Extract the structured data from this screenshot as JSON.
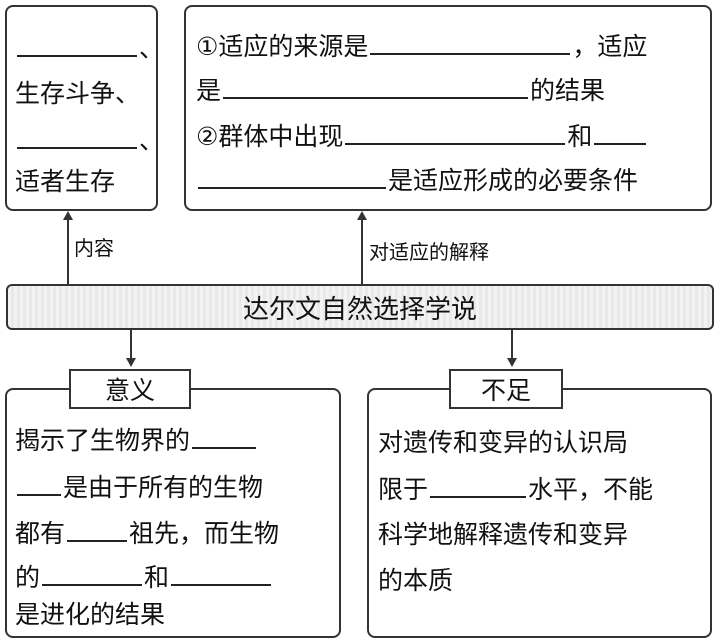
{
  "top_left_box": {
    "line1_tail": "、",
    "line2": "生存斗争、",
    "line3_tail": "、",
    "line4": "适者生存"
  },
  "edge_left_label": "内容",
  "top_right_box": {
    "line1_a": "①适应的来源是",
    "line1_b": "，适应",
    "line2_a": "是",
    "line2_b": "的结果",
    "line3_a": "②群体中出现",
    "line3_b": "和",
    "line4_b": "是适应形成的必要条件"
  },
  "edge_right_label": "对适应的解释",
  "center_title": "达尔文自然选择学说",
  "bottom_left": {
    "tab": "意义",
    "line1_a": "揭示了生物界的",
    "line2_b": "是由于所有的生物",
    "line3_a": "都有",
    "line3_b": "祖先，而生物",
    "line4_a": "的",
    "line4_b": "和",
    "line5": "是进化的结果"
  },
  "bottom_right": {
    "tab": "不足",
    "line1": "对遗传和变异的认识局",
    "line2_a": "限于",
    "line2_b": "水平，不能",
    "line3": "科学地解释遗传和变异",
    "line4": "的本质"
  }
}
